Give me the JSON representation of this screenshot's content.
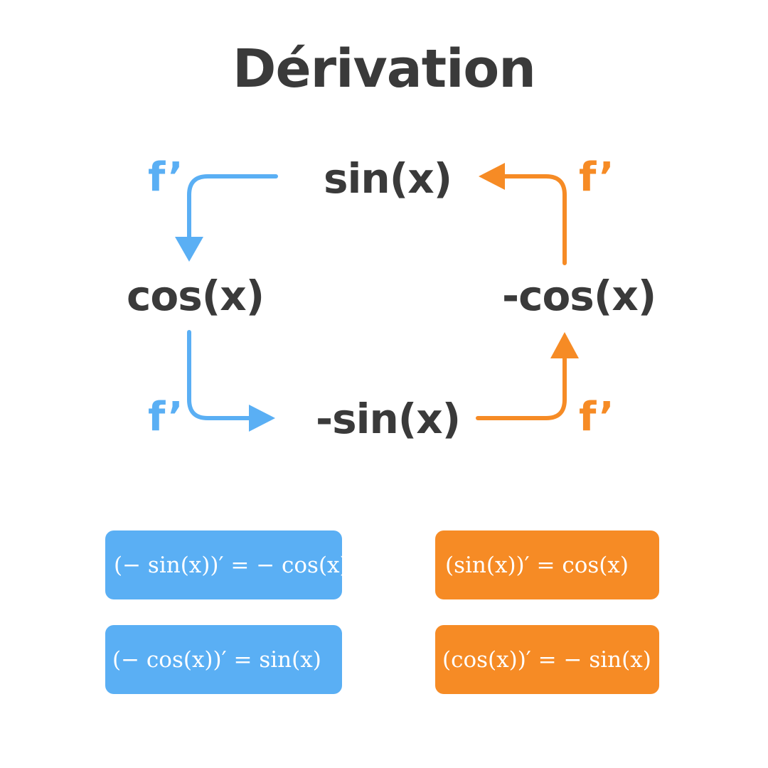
{
  "title": "Dérivation",
  "colors": {
    "text": "#3a3a3a",
    "blue": "#5aaff4",
    "orange": "#f68b25",
    "background": "#ffffff"
  },
  "nodes": {
    "top": "sin(x)",
    "left": "cos(x)",
    "right": "-cos(x)",
    "bottom": "-sin(x)"
  },
  "derivative_labels": {
    "top_left": "f’",
    "bottom_left": "f’",
    "top_right": "f’",
    "bottom_right": "f’"
  },
  "formulas": {
    "blue_top": "(− sin(x))′ = − cos(x)",
    "blue_bottom": "(− cos(x))′ = sin(x)",
    "orange_top": "(sin(x))′ = cos(x)",
    "orange_bottom": "(cos(x))′ = − sin(x)"
  }
}
